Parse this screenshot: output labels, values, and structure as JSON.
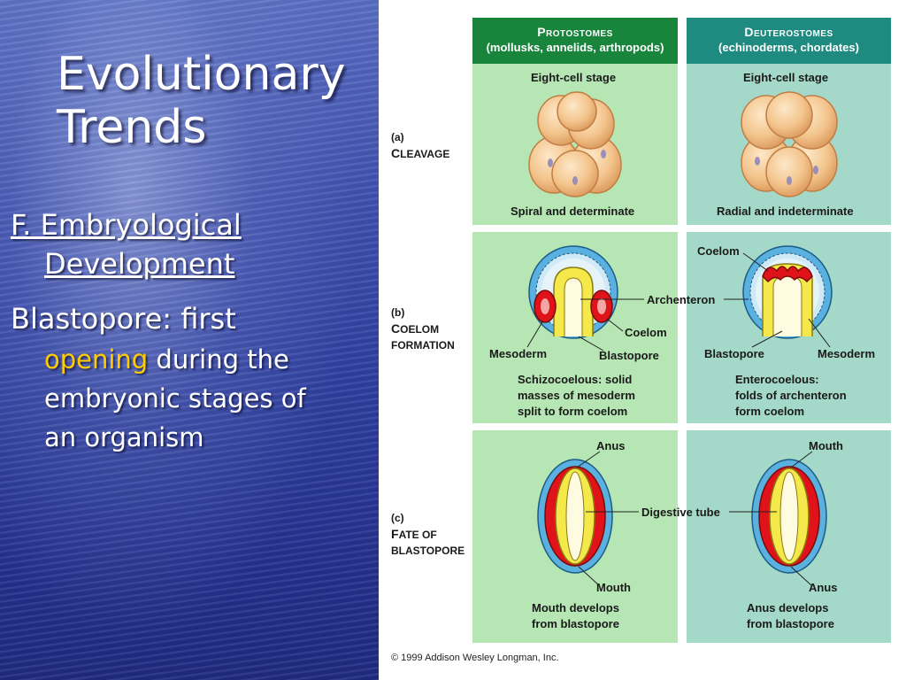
{
  "slide": {
    "title_line1": "Evolutionary",
    "title_line2": "Trends",
    "heading_part1": "F.  Embryological",
    "heading_part2": "Development",
    "term": "Blastopore:  first",
    "def_highlight": "opening",
    "def_rest1": " during the",
    "def_rest2": "embryonic stages of",
    "def_rest3": "an organism"
  },
  "colors": {
    "protostome_header": "#18843c",
    "deuterostome_header": "#1f8a80",
    "protostome_panel": "#b6e6b4",
    "deuterostome_panel": "#a4d8c8",
    "highlight": "#ffcc00",
    "mesoderm": "#e0131a",
    "endoderm": "#f5e84a",
    "ectoderm": "#5ab0df"
  },
  "diagram": {
    "protostomes": {
      "title": "Protostomes",
      "groups": "(mollusks, annelids, arthropods)"
    },
    "deuterostomes": {
      "title": "Deuterostomes",
      "groups": "(echinoderms, chordates)"
    },
    "cleavage": {
      "tag": "(a)",
      "name_first": "C",
      "name_rest": "LEAVAGE",
      "stage_label": "Eight-cell stage",
      "proto_caption": "Spiral and determinate",
      "deutero_caption": "Radial and indeterminate"
    },
    "coelom": {
      "tag": "(b)",
      "name_first": "C",
      "name_rest1": "OELOM",
      "name_line2": "FORMATION",
      "archenteron": "Archenteron",
      "coelom": "Coelom",
      "mesoderm": "Mesoderm",
      "blastopore": "Blastopore",
      "proto_caption_1": "Schizocoelous: solid",
      "proto_caption_2": "masses of mesoderm",
      "proto_caption_3": "split to form coelom",
      "deutero_caption_1": "Enterocoelous:",
      "deutero_caption_2": "folds of archenteron",
      "deutero_caption_3": "form coelom"
    },
    "blastopore_fate": {
      "tag": "(c)",
      "name_first": "F",
      "name_rest1": "ATE OF",
      "name_line2": "BLASTOPORE",
      "anus": "Anus",
      "mouth": "Mouth",
      "digestive_tube": "Digestive tube",
      "proto_caption_1": "Mouth develops",
      "proto_caption_2": "from blastopore",
      "deutero_caption_1": "Anus develops",
      "deutero_caption_2": "from blastopore"
    },
    "copyright": "© 1999 Addison Wesley Longman, Inc."
  }
}
